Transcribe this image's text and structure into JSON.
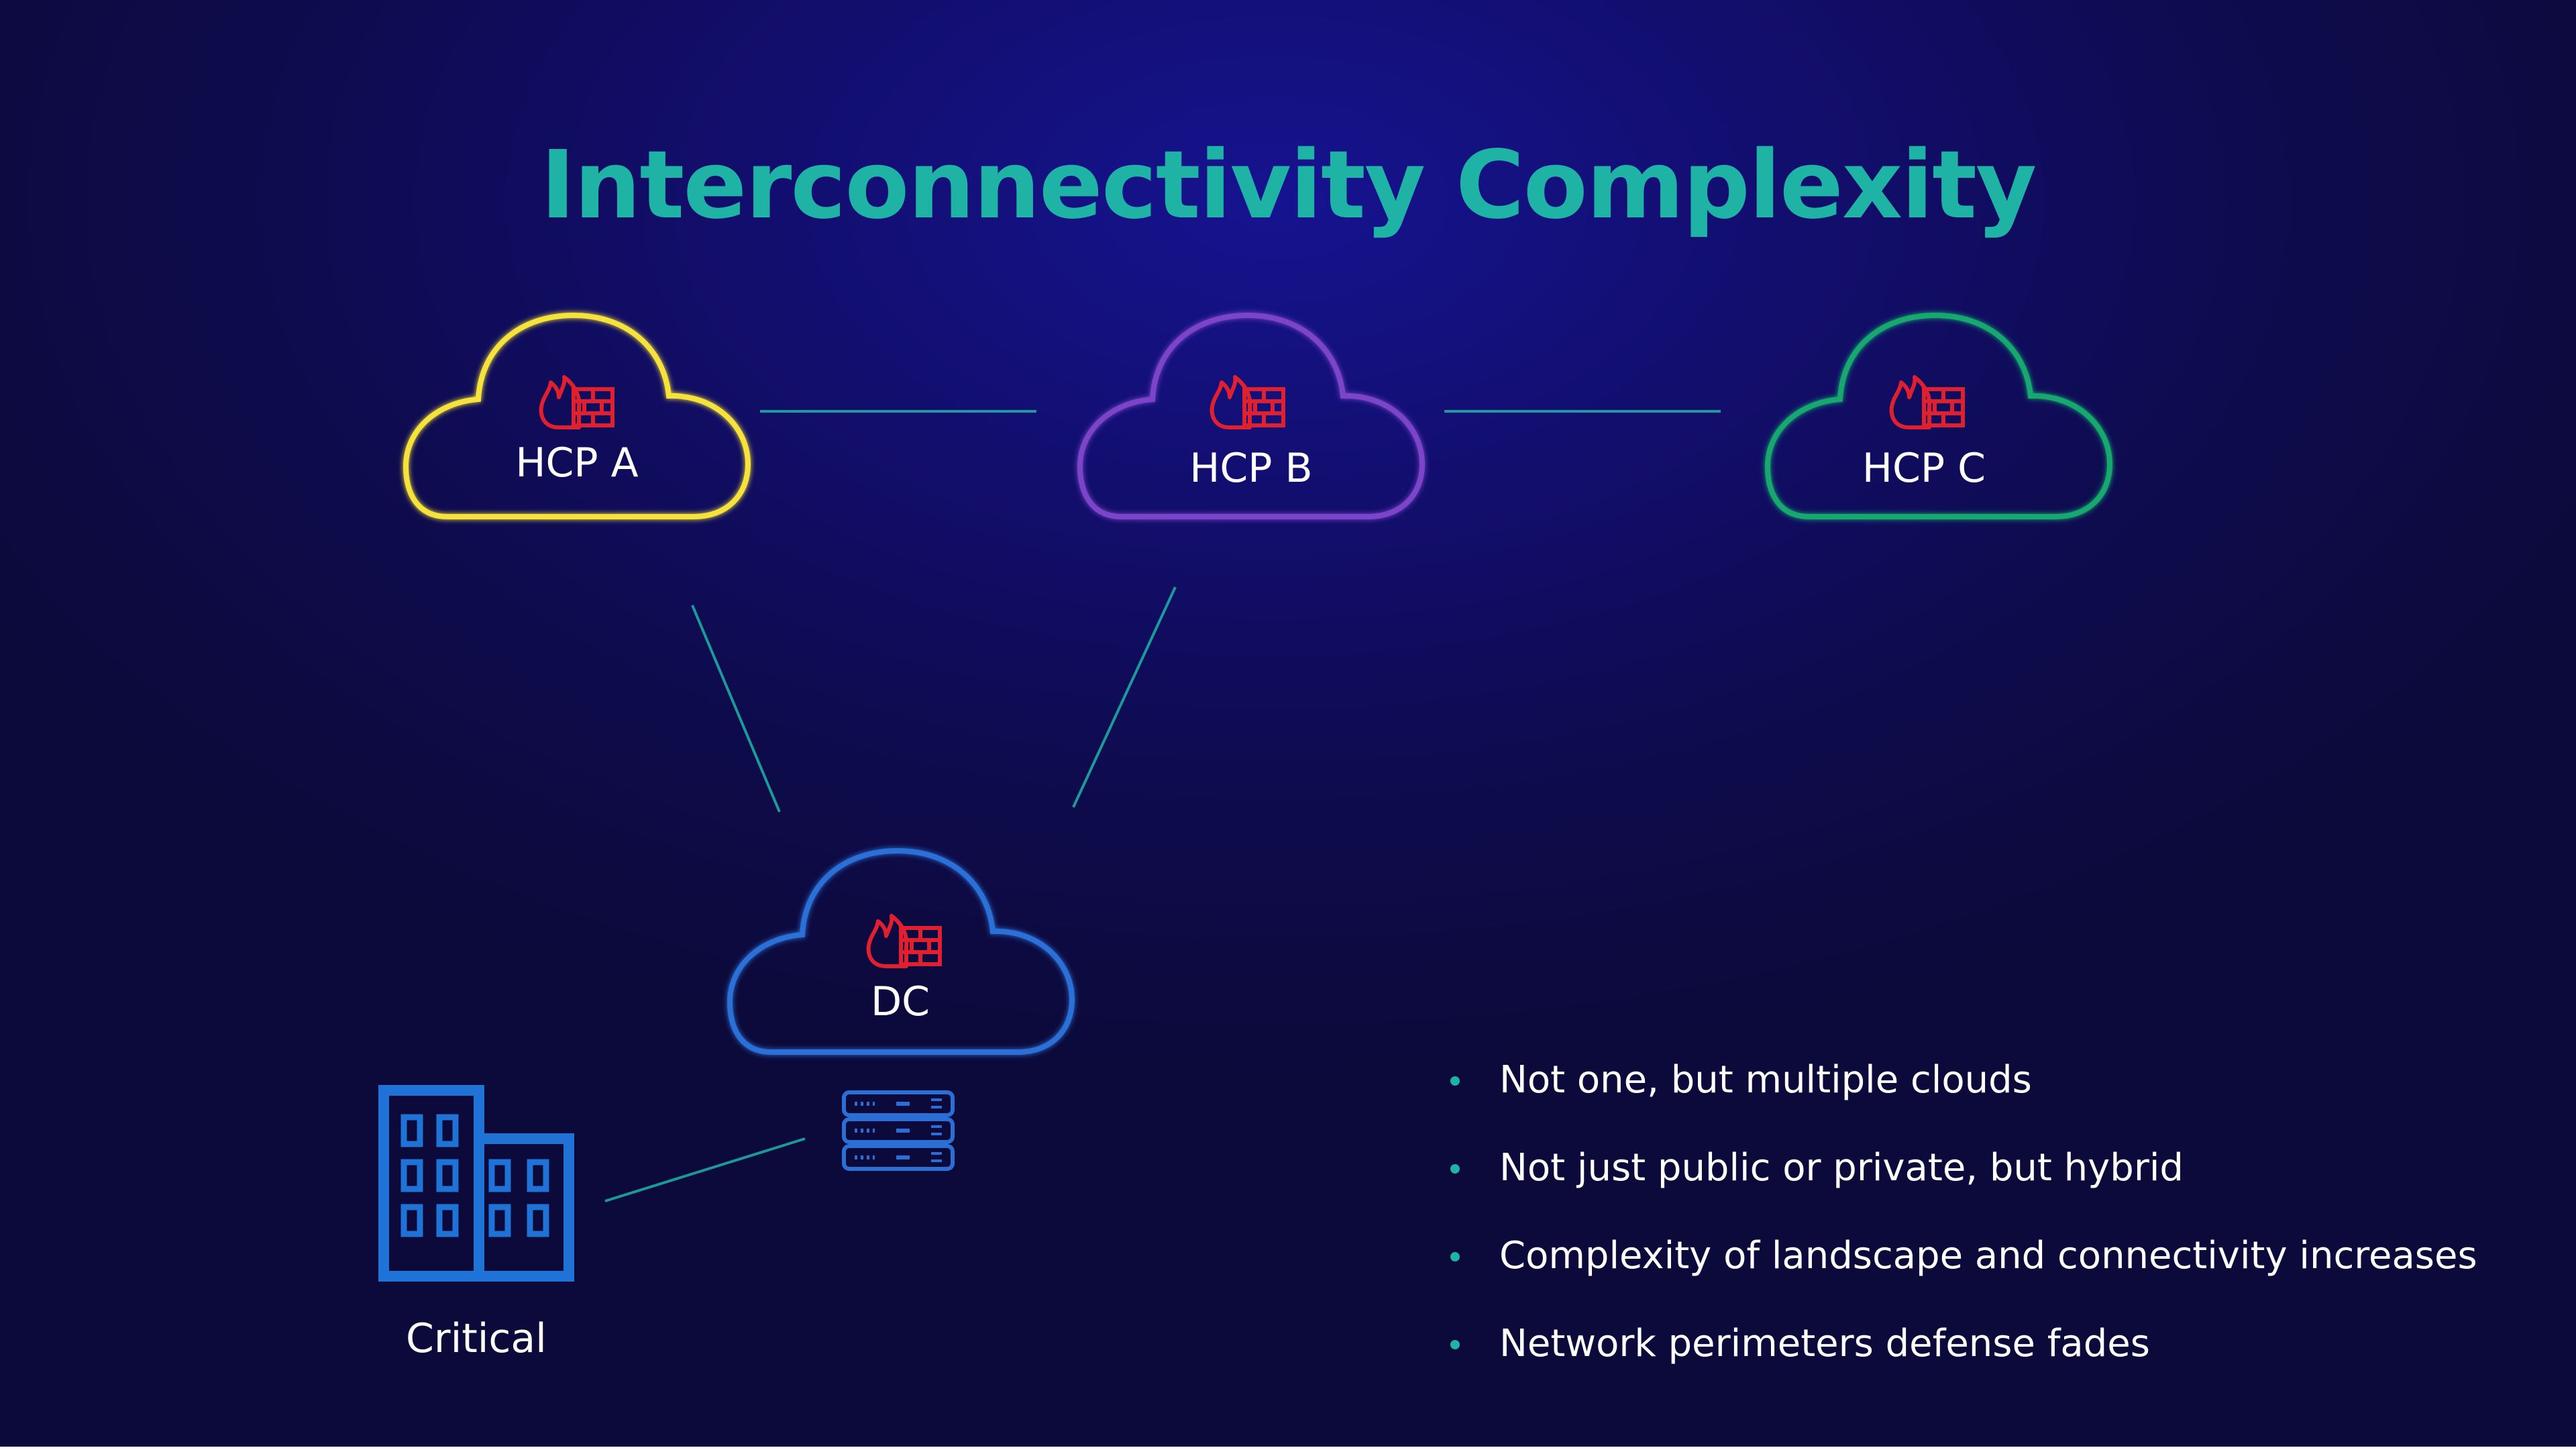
{
  "title": "Interconnectivity Complexity",
  "colors": {
    "title": "#1eb3a5",
    "line": "#1eb3a5",
    "firewall": "#e0202e",
    "hcp_a": "#f5e33a",
    "hcp_b": "#7b45c9",
    "hcp_c": "#18a86e",
    "dc": "#2a6fd6",
    "building": "#1f73d6"
  },
  "nodes": {
    "hcp_a": {
      "label": "HCP A",
      "icon": "firewall-icon"
    },
    "hcp_b": {
      "label": "HCP B",
      "icon": "firewall-icon"
    },
    "hcp_c": {
      "label": "HCP C",
      "icon": "firewall-icon"
    },
    "dc": {
      "label": "DC",
      "icon": "firewall-icon"
    }
  },
  "server_icon": "server-rack-icon",
  "building": {
    "icon": "building-icon",
    "label": "Critical"
  },
  "bullets": [
    "Not one, but multiple clouds",
    "Not just public or private, but hybrid",
    "Complexity of landscape and connectivity increases",
    "Network perimeters defense fades"
  ]
}
